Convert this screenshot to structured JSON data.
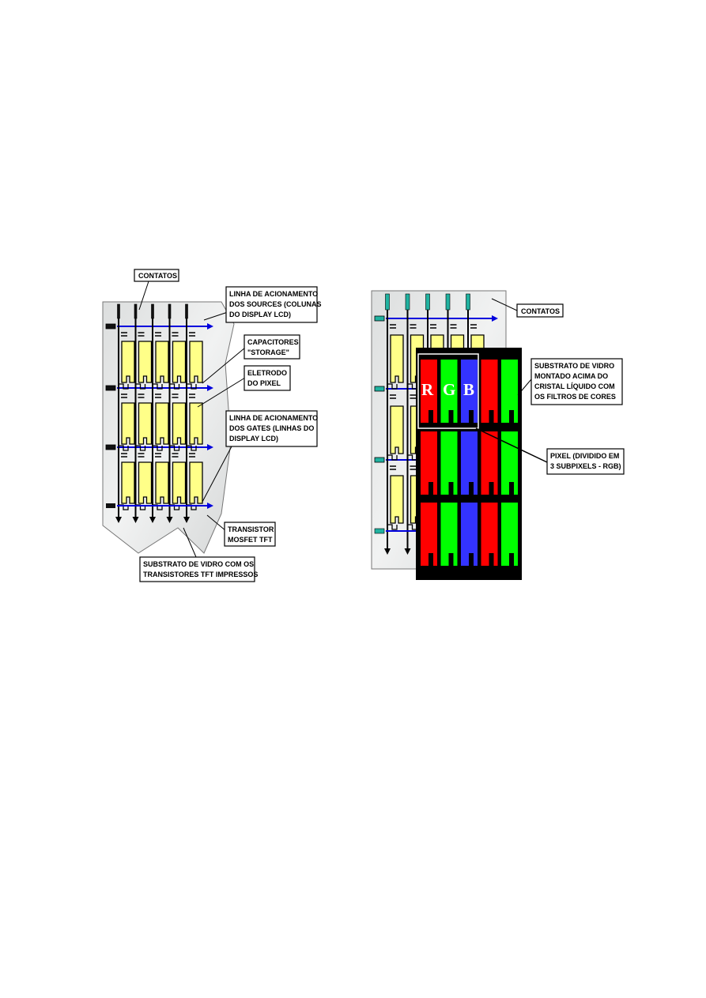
{
  "left_panel": {
    "contatos": "CONTATOS",
    "linha_sources": [
      "LINHA DE ACIONAMENTO",
      "DOS SOURCES (COLUNAS",
      "DO DISPLAY LCD)"
    ],
    "capacitores": [
      "CAPACITORES",
      "\"STORAGE\""
    ],
    "eletrodo": [
      "ELETRODO",
      "DO PIXEL"
    ],
    "linha_gates": [
      "LINHA DE ACIONAMENTO",
      "DOS GATES (LINHAS DO",
      "DISPLAY LCD)"
    ],
    "transistor": [
      "TRANSISTOR",
      "MOSFET TFT"
    ],
    "substrato": [
      "SUBSTRATO DE VIDRO COM OS",
      "TRANSISTORES TFT IMPRESSOS"
    ]
  },
  "right_panel": {
    "contatos": "CONTATOS",
    "substrato_filtro": [
      "SUBSTRATO DE VIDRO",
      "MONTADO ACIMA DO",
      "CRISTAL LÍQUIDO COM",
      "OS FILTROS DE CORES"
    ],
    "pixel": [
      "PIXEL (DIVIDIDO EM",
      "3 SUBPIXELS - RGB)"
    ],
    "subpixel_letters": [
      "R",
      "G",
      "B"
    ]
  },
  "colors": {
    "source_line": "#0000dd",
    "electrode": "#ffff88",
    "contact_right": "#20b2a0",
    "red": "#ff0000",
    "green": "#00ff00",
    "blue": "#3333ff",
    "glass": "#e4e6e6"
  }
}
